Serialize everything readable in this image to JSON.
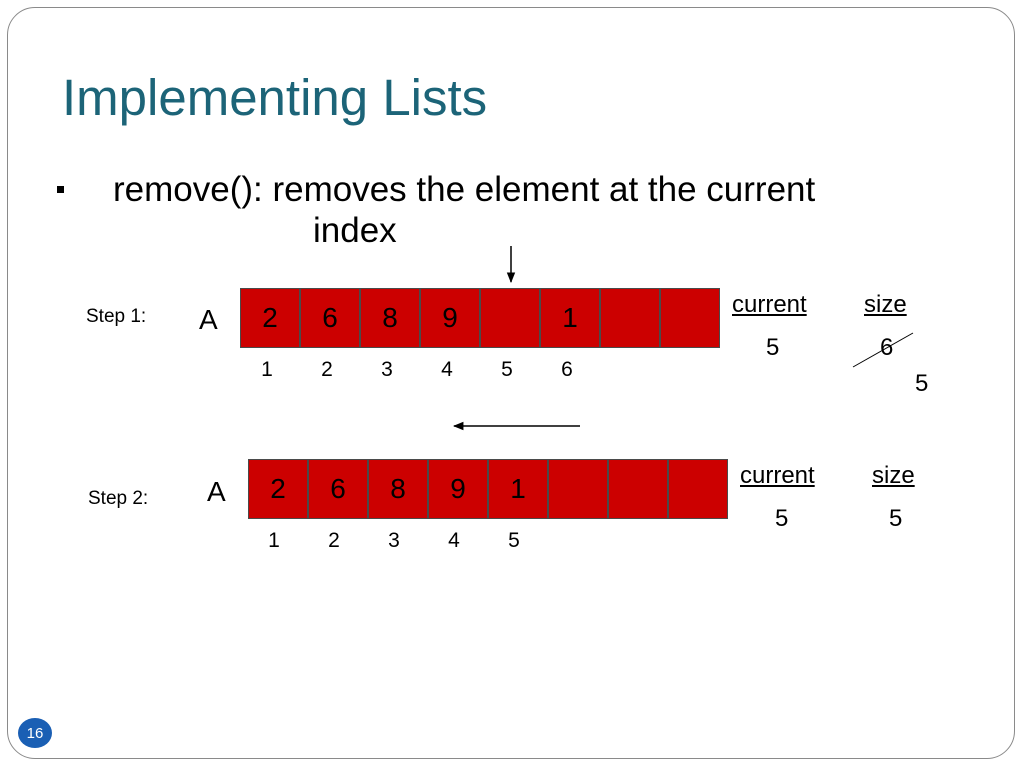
{
  "slide": {
    "title": "Implementing Lists",
    "bullet_line1": "remove(): removes the element at the current",
    "bullet_line2": "index",
    "page_number": "16"
  },
  "step1": {
    "label": "Step 1:",
    "array_label": "A",
    "cells": [
      "2",
      "6",
      "8",
      "9",
      "",
      "1",
      "",
      ""
    ],
    "indices": [
      "1",
      "2",
      "3",
      "4",
      "5",
      "6"
    ],
    "current_label": "current",
    "current_value": "5",
    "size_label": "size",
    "size_old": "6",
    "size_new": "5"
  },
  "step2": {
    "label": "Step 2:",
    "array_label": "A",
    "cells": [
      "2",
      "6",
      "8",
      "9",
      "1",
      "",
      "",
      ""
    ],
    "indices": [
      "1",
      "2",
      "3",
      "4",
      "5"
    ],
    "current_label": "current",
    "current_value": "5",
    "size_label": "size",
    "size_value": "5"
  },
  "colors": {
    "title": "#1c6478",
    "cell_fill": "#cc0000",
    "badge": "#1a5fb4"
  }
}
